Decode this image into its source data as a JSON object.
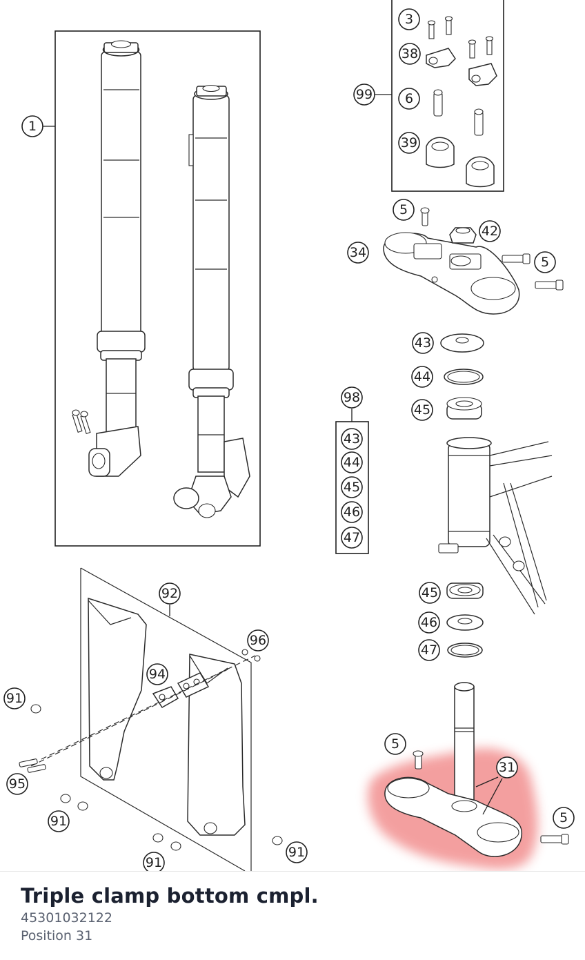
{
  "highlight_color": "#f08080",
  "callouts": {
    "c1": "1",
    "c3": "3",
    "c38": "38",
    "c99": "99",
    "c6": "6",
    "c39": "39",
    "c5_top": "5",
    "c42": "42",
    "c34": "34",
    "c5_right": "5",
    "c43": "43",
    "c44": "44",
    "c45": "45",
    "c98": "98",
    "c98_list": [
      "43",
      "44",
      "45",
      "46",
      "47"
    ],
    "c45_lower": "45",
    "c46_lower": "46",
    "c47_lower": "47",
    "c92": "92",
    "c96": "96",
    "c94": "94",
    "c91_a": "91",
    "c95": "95",
    "c91_b": "91",
    "c91_c": "91",
    "c91_d": "91",
    "c5_bottom_left": "5",
    "c31": "31",
    "c5_bottom_right": "5"
  },
  "selected_part": {
    "name": "Triple clamp bottom cmpl.",
    "number": "45301032122",
    "position": "Position 31"
  }
}
